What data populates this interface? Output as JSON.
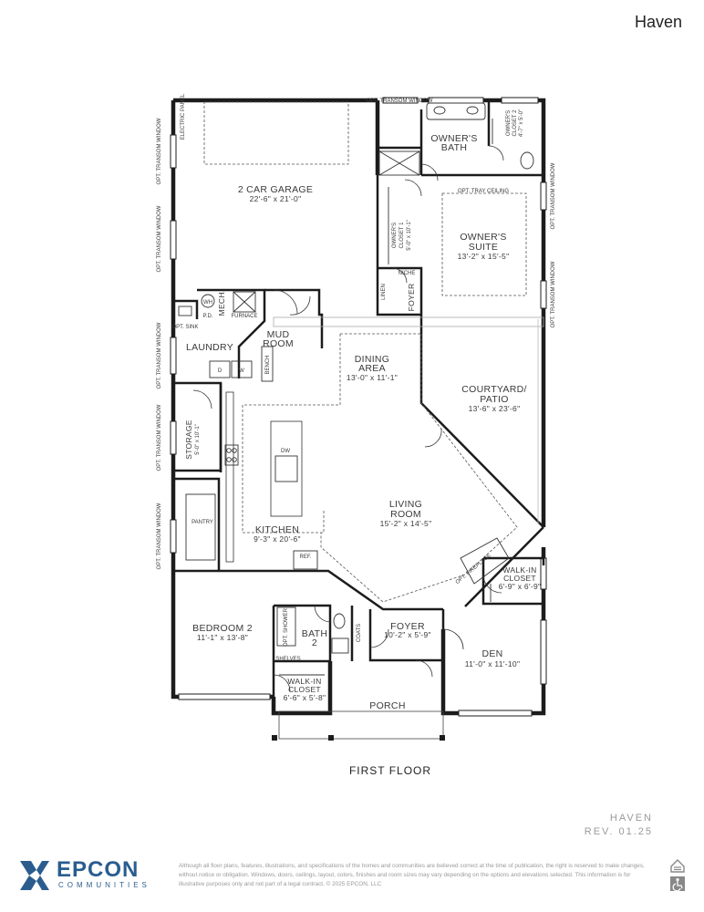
{
  "title": "Haven",
  "floor_label": "FIRST FLOOR",
  "plan_name": "HAVEN",
  "revision": "REV. 01.25",
  "brand": {
    "name": "EPCON",
    "sub": "COMMUNITIES",
    "color": "#2a5d8e"
  },
  "disclaimer": "Although all floor plans, features, illustrations, and specifications of the homes and communities are believed correct at the time of publication, the right is reserved to make changes, without notice or obligation. Windows, doors, ceilings, layout, colors, finishes and room sizes may vary depending on the options and elevations selected. This information is for illustrative purposes only and not part of a legal contract. © 2025 EPCON, LLC",
  "rooms": {
    "garage": {
      "name": "2 CAR GARAGE",
      "dim": "22'-6\" x 21'-0\""
    },
    "owners_bath": {
      "name": "OWNER'S",
      "name2": "BATH"
    },
    "owners_closet2": {
      "name": "OWNER'S",
      "name2": "CLOSET 2",
      "dim": "4'-7\" x 5'-0\""
    },
    "owners_closet1": {
      "name": "OWNER'S",
      "name2": "CLOSET 1",
      "dim": "5'-0\" x 10'-1\""
    },
    "owners_suite": {
      "name": "OWNER'S",
      "name2": "SUITE",
      "dim": "13'-2\" x 15'-5\""
    },
    "tray": "OPT. TRAY CEILING",
    "laundry": {
      "name": "LAUNDRY"
    },
    "mudroom": {
      "name": "MUD",
      "name2": "ROOM"
    },
    "mech": {
      "name": "MECH."
    },
    "dining": {
      "name": "DINING",
      "name2": "AREA",
      "dim": "13'-0\" x 11'-1\""
    },
    "courtyard": {
      "name": "COURTYARD/",
      "name2": "PATIO",
      "dim": "13'-6\" x 23'-6\""
    },
    "storage": {
      "name": "STORAGE",
      "dim": "5'-0\" x 10'-1\""
    },
    "pantry": {
      "name": "PANTRY"
    },
    "kitchen": {
      "name": "KITCHEN",
      "dim": "9'-3\" x 20'-6\""
    },
    "living": {
      "name": "LIVING",
      "name2": "ROOM",
      "dim": "15'-2\" x 14'-5\""
    },
    "walkin_den": {
      "name": "WALK-IN",
      "name2": "CLOSET",
      "dim": "6'-9\" x 6'-9\""
    },
    "bedroom2": {
      "name": "BEDROOM 2",
      "dim": "11'-1\" x 13'-8\""
    },
    "bath2": {
      "name": "BATH",
      "name2": "2"
    },
    "foyer": {
      "name": "FOYER",
      "dim": "10'-2\" x 5'-9\""
    },
    "den": {
      "name": "DEN",
      "dim": "11'-0\" x 11'-10\""
    },
    "walkin_bed": {
      "name": "WALK-IN",
      "name2": "CLOSET",
      "dim": "6'-6\" x 5'-8\""
    },
    "porch": {
      "name": "PORCH"
    },
    "foyer_small": {
      "name": "FOYER"
    }
  },
  "fixtures": {
    "opt_transom": "OPT. TRANSOM WINDOW",
    "opt_transom_top": "OPT. TRANSOM WINDOW",
    "electric_panel": "ELECTRIC PANEL",
    "wh": "WH",
    "pd": "P.D.",
    "furnace": "FURNACE",
    "opt_sink": "OPT. SINK",
    "bench": "BENCH",
    "dryer": "D",
    "washer": "W",
    "dw": "DW",
    "ref": "REF.",
    "linen": "LINEN",
    "niche": "NICHE",
    "opt_shower": "OPT. SHOWER",
    "shelves": "SHELVES",
    "coats": "COATS",
    "opt_fireplace": "OPT. FIREPLACE"
  }
}
